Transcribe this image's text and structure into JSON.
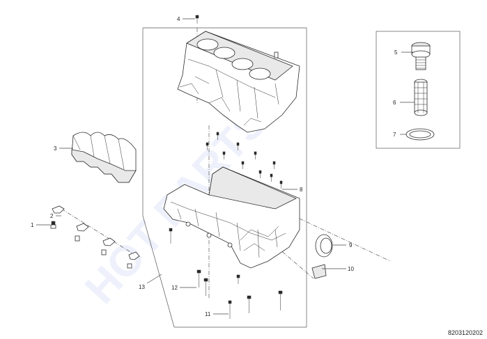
{
  "diagram_id": "8203120202",
  "watermark": "HOT PARTS",
  "callouts": {
    "c1": "1",
    "c2": "2",
    "c3": "3",
    "c4": "4",
    "c5": "5",
    "c6": "6",
    "c7": "7",
    "c8": "8",
    "c9": "9",
    "c10": "10",
    "c11": "11",
    "c12": "12",
    "c13": "13"
  }
}
